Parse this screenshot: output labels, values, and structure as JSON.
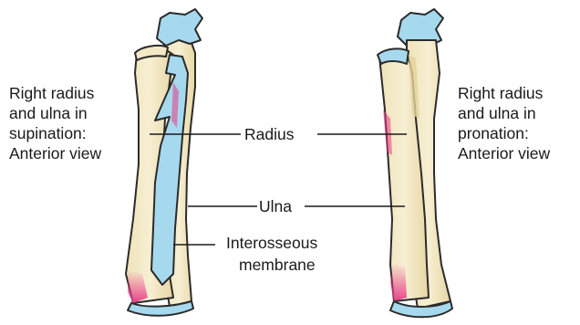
{
  "labels": {
    "supination": [
      "Right radius",
      "and ulna in",
      "supination:",
      "Anterior view"
    ],
    "pronation": [
      "Right radius",
      "and ulna in",
      "pronation:",
      "Anterior view"
    ],
    "radius": "Radius",
    "ulna": "Ulna",
    "interosseous": [
      "Interosseous",
      "membrane"
    ]
  },
  "colors": {
    "bone": "#f2e8c4",
    "bone_shadow": "#e3d29c",
    "cartilage": "#a6d9ee",
    "highlight": "#e83a86",
    "outline": "#2b2b2b"
  }
}
